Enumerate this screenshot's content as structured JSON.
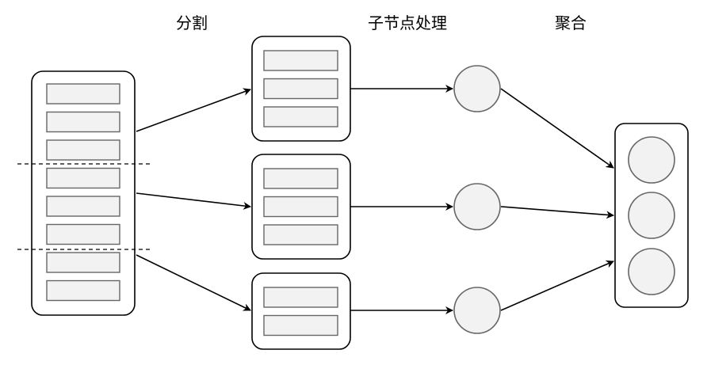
{
  "stages": {
    "split_label": "分割",
    "process_label": "子节点处理",
    "aggregate_label": "聚合"
  },
  "colors": {
    "stroke": "#000000",
    "slot_fill": "#f2f2f2",
    "slot_stroke": "#666666",
    "node_fill": "#f2f2f2",
    "node_stroke": "#666666",
    "container_fill": "#ffffff"
  },
  "source": {
    "record_count": 8
  },
  "partitions": [
    {
      "record_count": 3
    },
    {
      "record_count": 3
    },
    {
      "record_count": 2
    }
  ],
  "aggregate": {
    "result_count": 3
  }
}
